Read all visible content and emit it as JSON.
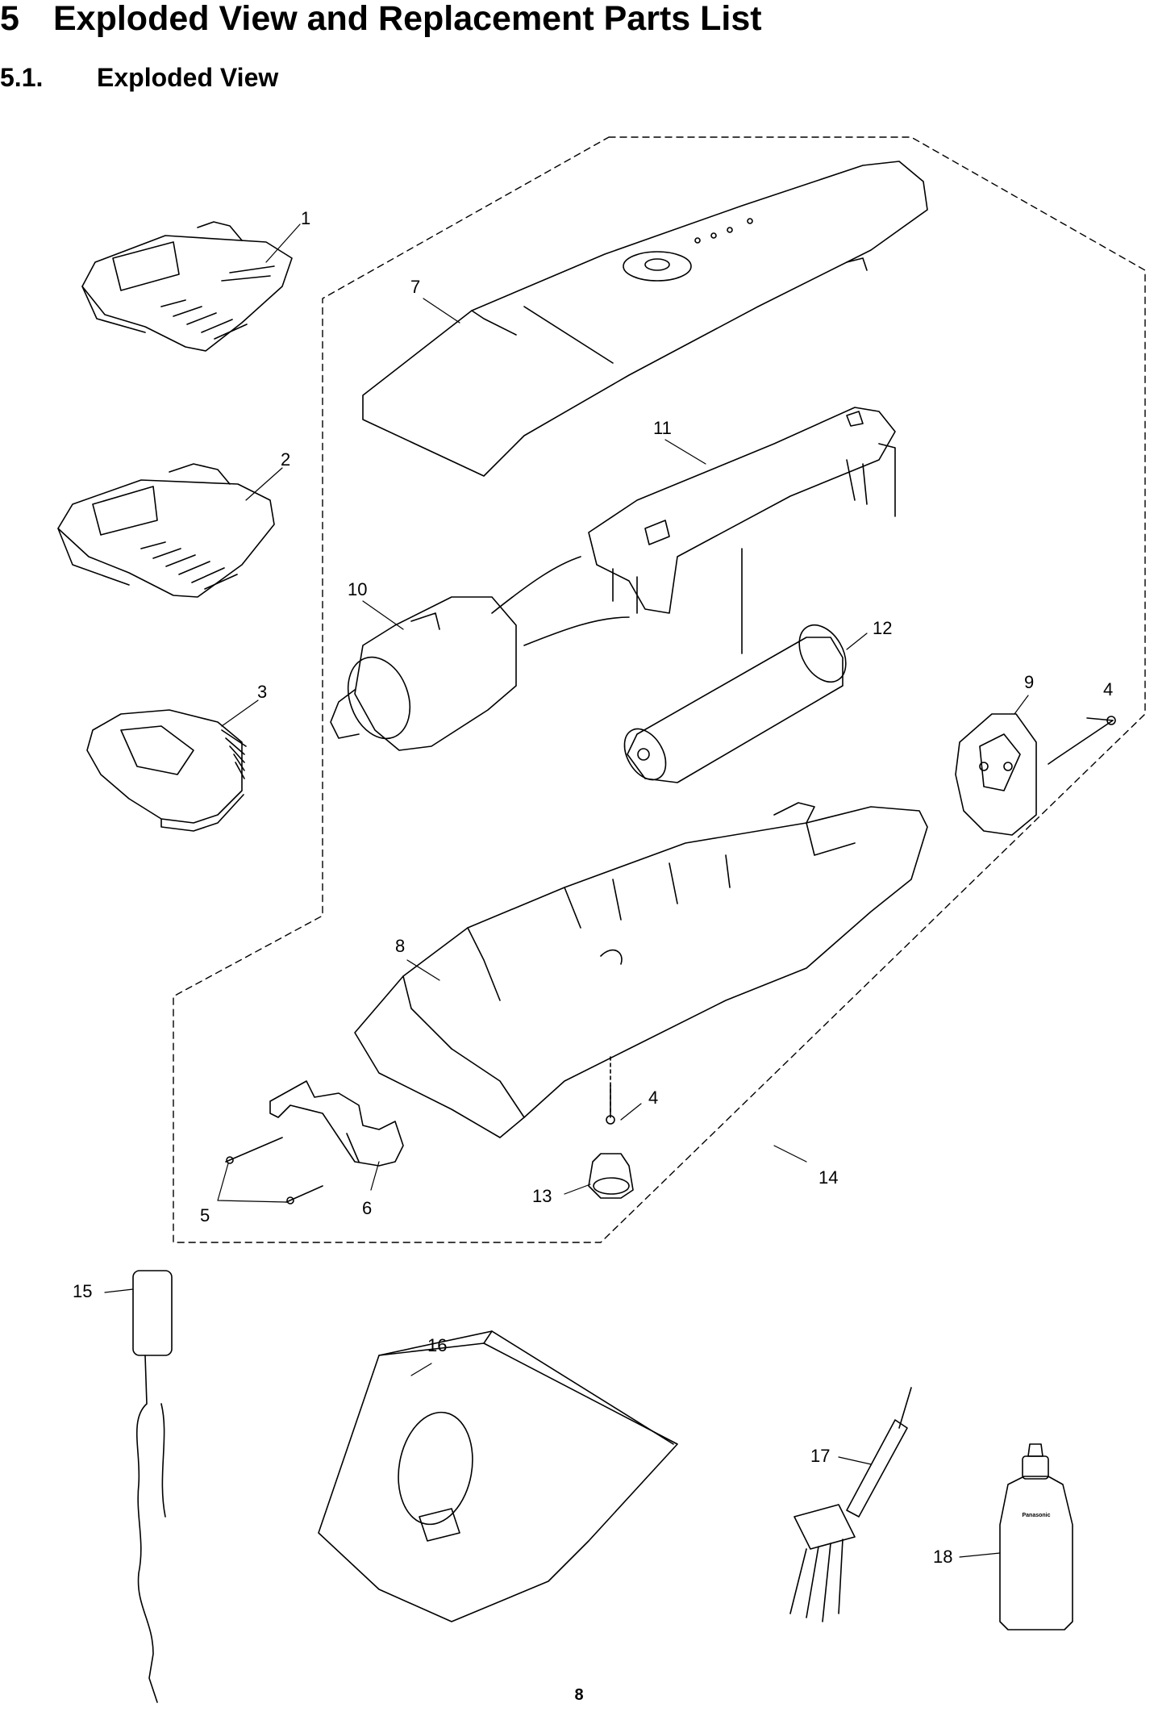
{
  "heading": {
    "number": "5",
    "title": "Exploded View and Replacement Parts List"
  },
  "subheading": {
    "number": "5.1.",
    "title": "Exploded View"
  },
  "callouts": {
    "c1": "1",
    "c2": "2",
    "c3": "3",
    "c4a": "4",
    "c4b": "4",
    "c5": "5",
    "c6": "6",
    "c7": "7",
    "c8": "8",
    "c9": "9",
    "c10": "10",
    "c11": "11",
    "c12": "12",
    "c13": "13",
    "c14": "14",
    "c15": "15",
    "c16": "16",
    "c17": "17",
    "c18": "18"
  },
  "bottle_label": "Panasonic",
  "page_number": "8"
}
